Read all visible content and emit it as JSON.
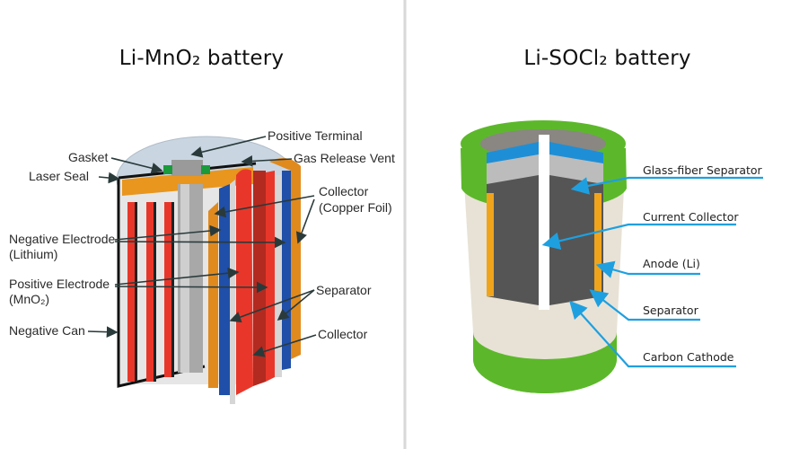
{
  "left": {
    "title": "Li-MnO₂ battery",
    "labels": {
      "positive_terminal": "Positive Terminal",
      "gasket": "Gasket",
      "gas_release_vent": "Gas Release Vent",
      "laser_seal": "Laser Seal",
      "collector_copper_1": "Collector",
      "collector_copper_2": "(Copper Foil)",
      "negative_electrode_1": "Negative Electrode",
      "negative_electrode_2": "(Lithium)",
      "positive_electrode_1": "Positive Electrode",
      "positive_electrode_2": "(MnO₂)",
      "separator": "Separator",
      "negative_can": "Negative Can",
      "collector": "Collector"
    }
  },
  "right": {
    "title": "Li-SOCl₂ battery",
    "labels": {
      "glass_fiber_separator": "Glass-fiber Separator",
      "current_collector": "Current Collector",
      "anode": "Anode (Li)",
      "separator": "Separator",
      "carbon_cathode": "Carbon Cathode"
    }
  },
  "colors": {
    "red": "#e8372a",
    "blue": "#1f4fa8",
    "orange": "#e08a1e",
    "green": "#5cb82a",
    "callout_blue": "#1ea0e0",
    "dark_gray": "#555555",
    "cream": "#e8e2d6"
  }
}
